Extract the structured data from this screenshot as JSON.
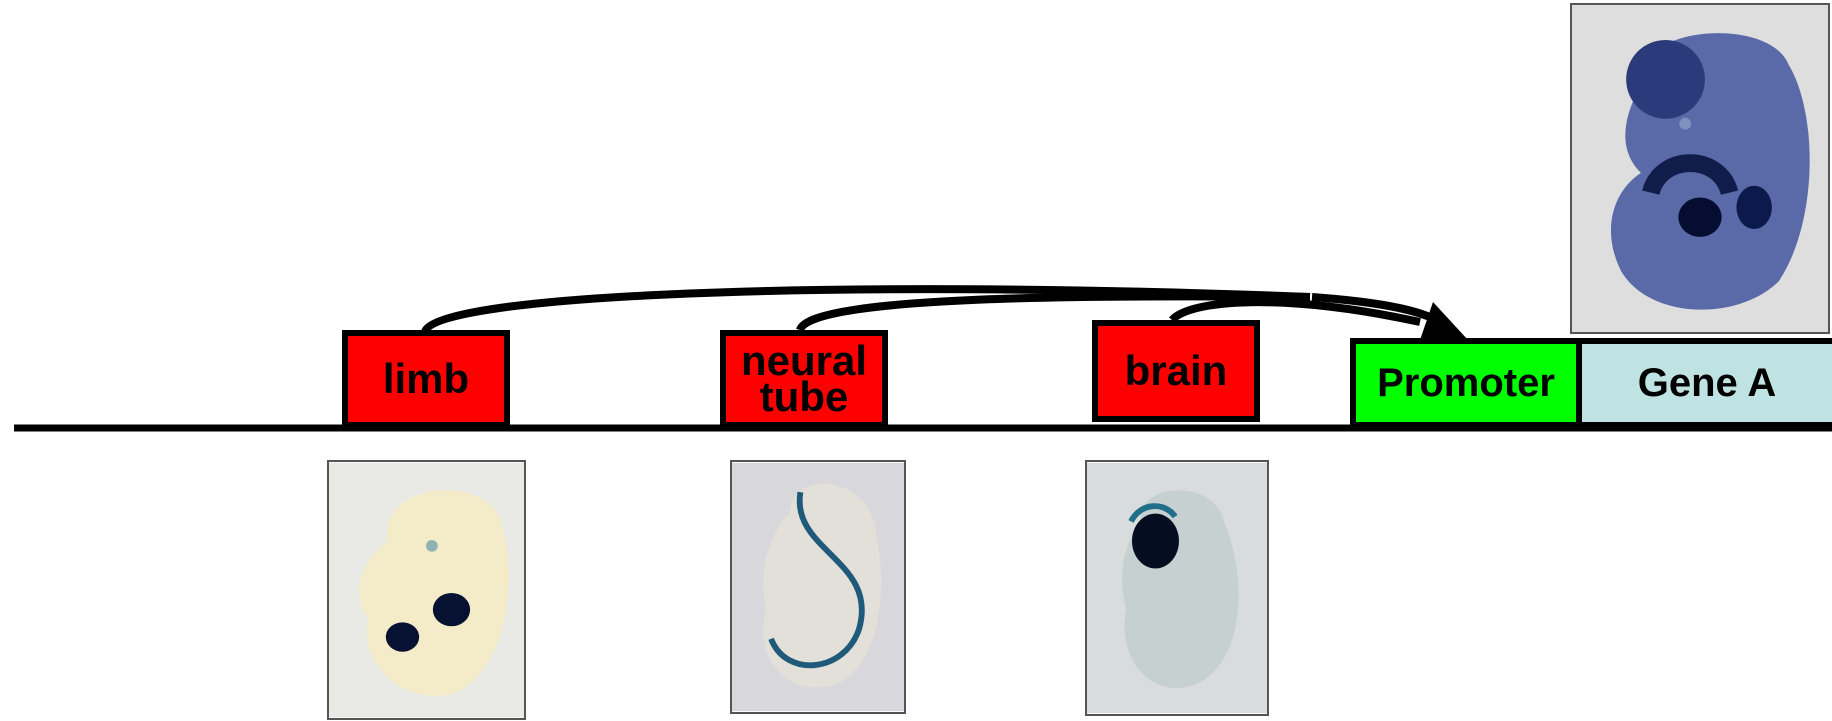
{
  "enhancers": {
    "limb": "limb",
    "neural_tube_line1": "neural",
    "neural_tube_line2": "tube",
    "brain": "brain"
  },
  "promoter": "Promoter",
  "gene": "Gene A",
  "colors": {
    "enhancer": "#ff0000",
    "promoter": "#00ff00",
    "gene": "#bfe3e3",
    "stain": "#0b1a4a"
  }
}
